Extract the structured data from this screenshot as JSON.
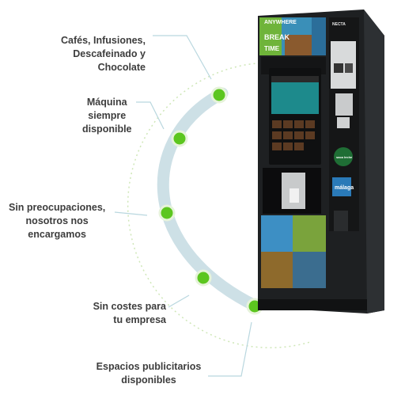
{
  "features": [
    "Cafés, Infusiones,\nDescafeinado y\nChocolate",
    "Máquina\nsiempre\ndisponible",
    "Sin preocupaciones,\nnosotros nos\nencargamos",
    "Sin costes para\ntu empresa",
    "Espacios publicitarios\ndisponibles"
  ],
  "machine": {
    "banner_line1": "ANYWHERE",
    "banner_line2": "BREAK",
    "banner_line3": "TIME",
    "brand_badge": "NECTA",
    "side_badge": "saca leche",
    "side_ad": "málaga"
  },
  "colors": {
    "accent_green": "#5cc61f",
    "arc_blue": "#cde0e6",
    "dotted_green": "#cfe7b8",
    "connector": "#b9d7df",
    "machine_dark": "#1e2022"
  }
}
